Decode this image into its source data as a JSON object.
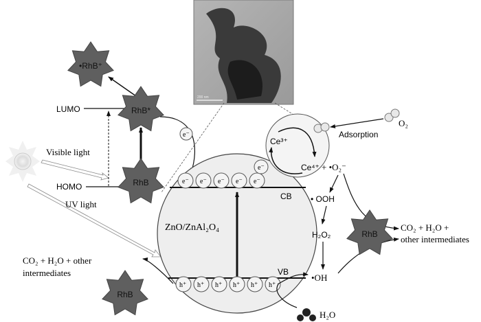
{
  "colors": {
    "star": "#5f5f5f",
    "circle_fill": "#eeeeee",
    "tem_bg": "#a8a8a8",
    "line": "#111111"
  },
  "tem_image": {
    "scale_label": "200 nm"
  },
  "stars": {
    "radical": "•RhB⁺",
    "excited": "RhB*",
    "ground": "RhB",
    "right": "RhB",
    "bottom": "RhB"
  },
  "labels": {
    "lumo": "LUMO",
    "homo": "HOMO",
    "visible_light": "Visible light",
    "uv_light": "UV light",
    "material": "ZnO/ZnAl₂O₄",
    "cb": "CB",
    "vb": "VB",
    "ce3": "Ce³⁺",
    "ce4": "Ce⁴⁺",
    "superoxide": "+ •O₂⁻",
    "adsorption": "Adsorption",
    "o2": "O₂",
    "ooh": "• OOH",
    "h2o2": "H₂O₂",
    "oh": "•OH",
    "products_right_1": "CO₂ + H₂O +",
    "products_right_2": "other intermediates",
    "products_left_1": "CO₂  +  H₂O  +  other",
    "products_left_2": "intermediates",
    "h2o": "H₂O",
    "electron": "e⁻",
    "hole": "h⁺"
  }
}
